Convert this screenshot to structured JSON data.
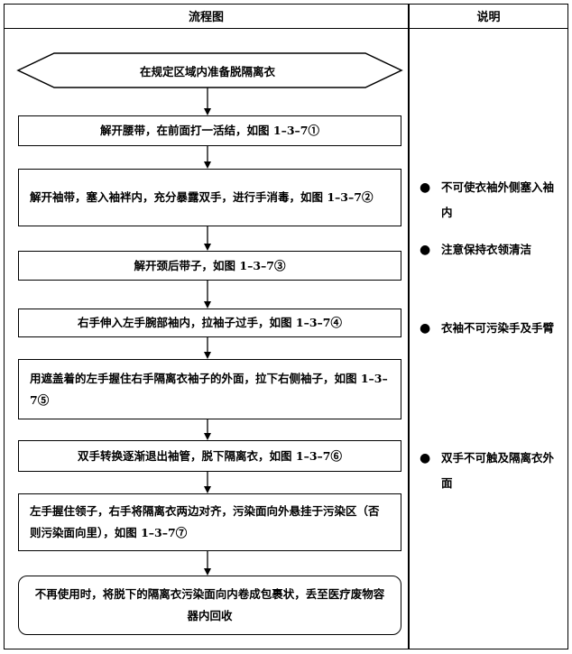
{
  "header": {
    "flow_title": "流程图",
    "note_title": "说明"
  },
  "flow": {
    "start": "在规定区域内准备脱隔离衣",
    "steps": [
      "解开腰带，在前面打一活结，如图 1–3–7①",
      "解开袖带，塞入袖袢内，充分暴露双手，进行手消毒，如图 1–3–7②",
      "解开颈后带子，如图 1–3–7③",
      "右手伸入左手腕部袖内，拉袖子过手，如图 1–3–7④",
      "用遮盖着的左手握住右手隔离衣袖子的外面，拉下右侧袖子，如图 1–3–7⑤",
      "双手转换逐渐退出袖管，脱下隔离衣，如图 1–3–7⑥",
      "左手握住领子，右手将隔离衣两边对齐，污染面向外悬挂于污染区（否则污染面向里），如图 1–3–7⑦",
      "不再使用时，将脱下的隔离衣污染面向内卷成包裹状，丢至医疗废物容器内回收"
    ]
  },
  "notes": {
    "bullet": "●",
    "items": [
      "不可使衣袖外侧塞入袖内",
      "注意保持衣领清洁",
      "衣袖不可污染手及手臂",
      "双手不可触及隔离衣外面"
    ]
  }
}
